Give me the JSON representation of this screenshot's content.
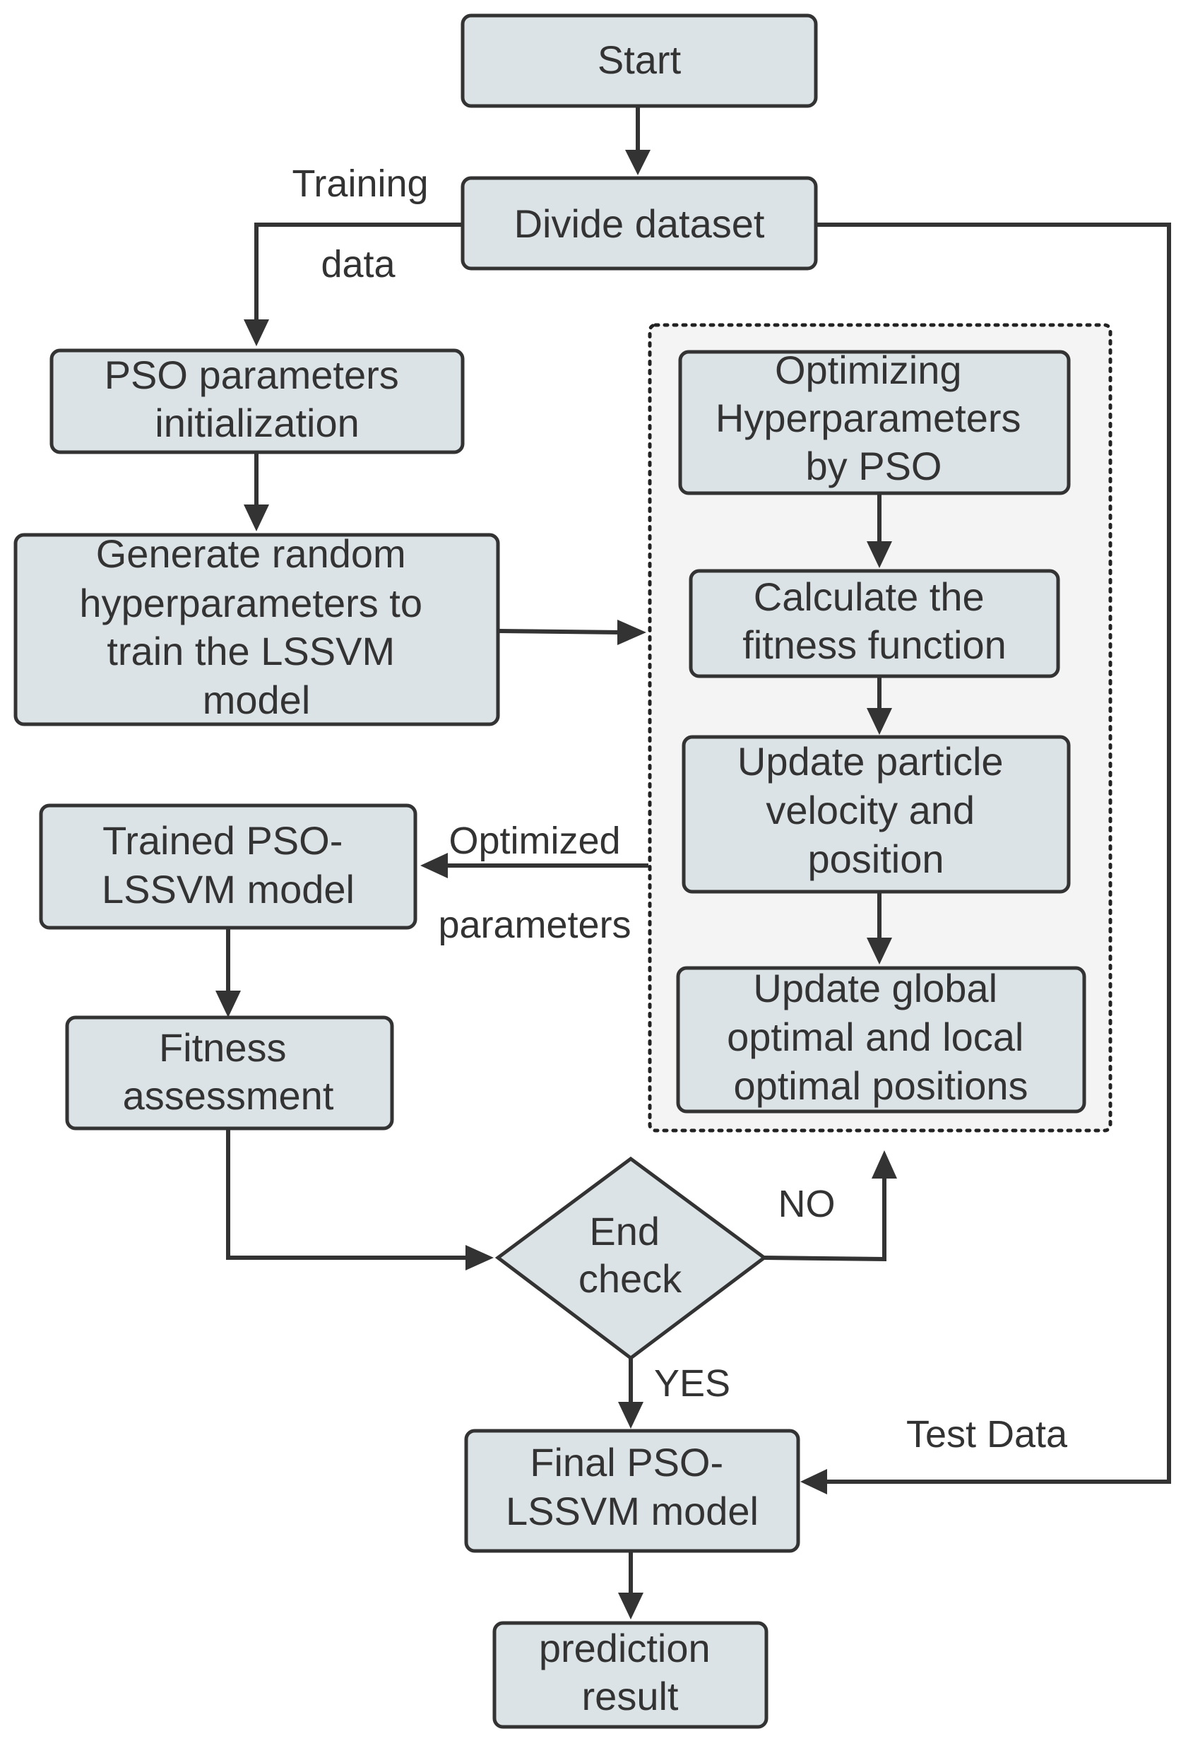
{
  "diagram": {
    "nodes": {
      "start": {
        "lines": [
          "Start"
        ]
      },
      "divide": {
        "lines": [
          "Divide dataset"
        ]
      },
      "pso_init": {
        "lines": [
          "PSO parameters",
          "initialization"
        ]
      },
      "generate": {
        "lines": [
          "Generate random",
          "hyperparameters to",
          "train the LSSVM",
          "model"
        ]
      },
      "optimizing": {
        "lines": [
          "Optimizing",
          "Hyperparameters",
          "by PSO"
        ]
      },
      "fitness_calc": {
        "lines": [
          "Calculate the",
          "fitness function"
        ]
      },
      "update_velocity": {
        "lines": [
          "Update particle",
          "velocity and",
          "position"
        ]
      },
      "update_global": {
        "lines": [
          "Update global",
          "optimal and local",
          "optimal positions"
        ]
      },
      "trained": {
        "lines": [
          "Trained PSO-",
          "LSSVM model"
        ]
      },
      "fitness_assess": {
        "lines": [
          "Fitness",
          "assessment"
        ]
      },
      "end_check": {
        "lines": [
          "End",
          "check"
        ]
      },
      "final": {
        "lines": [
          "Final PSO-",
          "LSSVM model"
        ]
      },
      "prediction": {
        "lines": [
          "prediction",
          "result"
        ]
      }
    },
    "edge_labels": {
      "training_data": [
        "Training",
        "data"
      ],
      "test_data": "Test Data",
      "optimized_parameters": [
        "Optimized",
        "parameters"
      ],
      "no": "NO",
      "yes": "YES"
    }
  }
}
